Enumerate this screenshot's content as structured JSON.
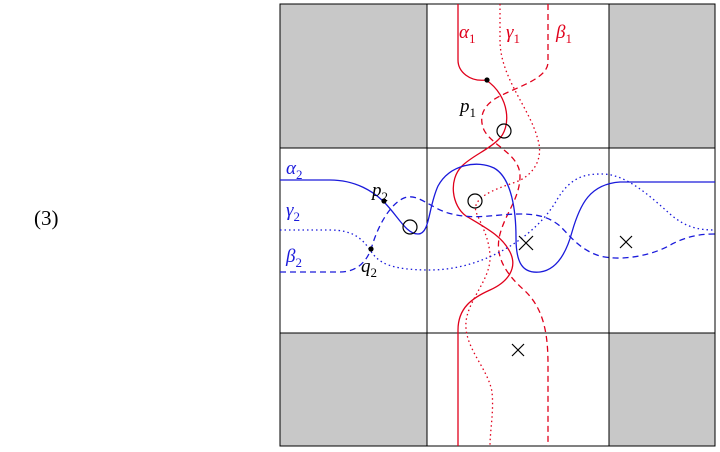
{
  "equation_label": "(3)",
  "curves": {
    "alpha1": {
      "base": "α",
      "sub": "1",
      "color": "#e0001b"
    },
    "gamma1": {
      "base": "γ",
      "sub": "1",
      "color": "#e0001b"
    },
    "beta1": {
      "base": "β",
      "sub": "1",
      "color": "#e0001b"
    },
    "alpha2": {
      "base": "α",
      "sub": "2",
      "color": "#1a1adb"
    },
    "gamma2": {
      "base": "γ",
      "sub": "2",
      "color": "#1a1adb"
    },
    "beta2": {
      "base": "β",
      "sub": "2",
      "color": "#1a1adb"
    }
  },
  "points": {
    "p1": {
      "base": "p",
      "sub": "1"
    },
    "p2": {
      "base": "p",
      "sub": "2"
    },
    "q2": {
      "base": "q",
      "sub": "2"
    }
  },
  "colors": {
    "shaded": "#c8c8c8",
    "grid": "#000000",
    "red": "#e0001b",
    "blue": "#1a1adb"
  }
}
